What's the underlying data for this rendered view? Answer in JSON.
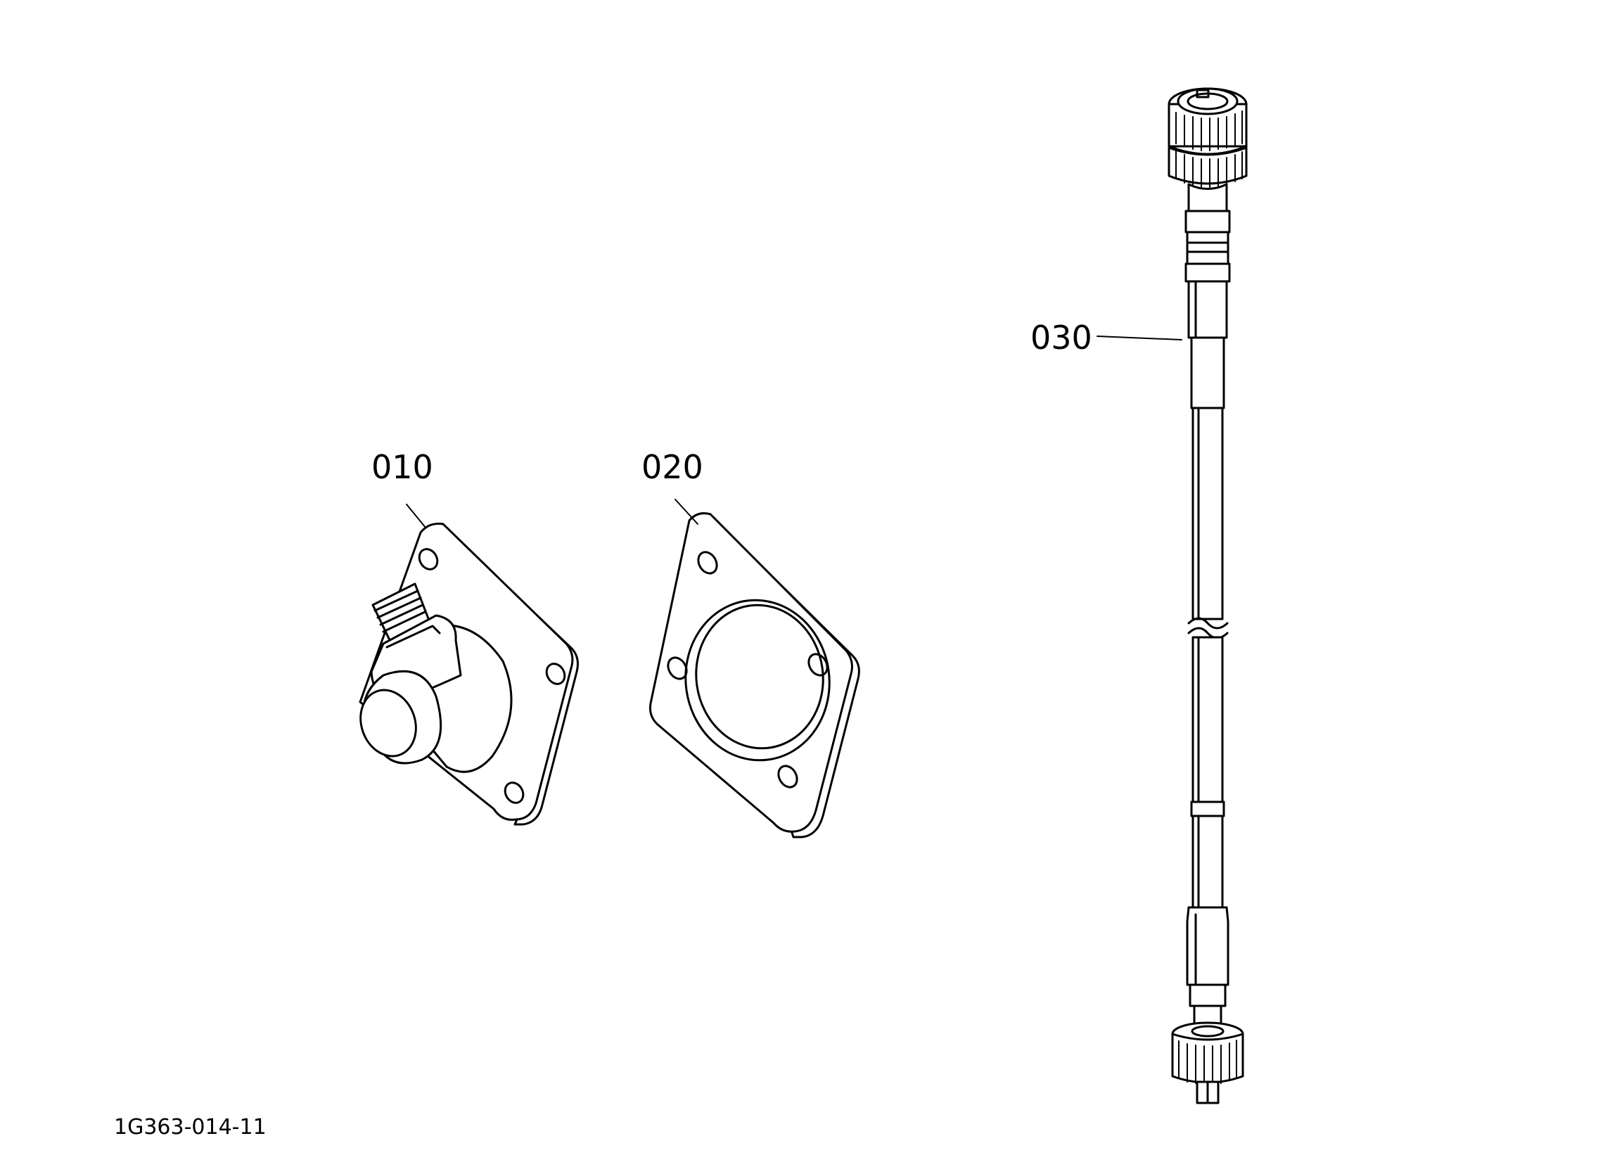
{
  "parts": [
    {
      "ref": "010"
    },
    {
      "ref": "020"
    },
    {
      "ref": "030"
    }
  ],
  "drawing_id": "1G363-014-11"
}
